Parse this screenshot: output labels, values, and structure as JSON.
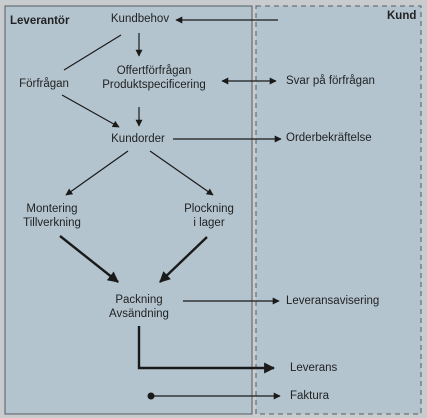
{
  "colors": {
    "background": "#c9cccf",
    "panel": "#b3c4cf",
    "border": "#555c62",
    "text": "#222222"
  },
  "panels": {
    "supplier": "Leverantör",
    "customer": "Kund"
  },
  "nodes": {
    "kundbehov": "Kundbehov",
    "forfragan": "Förfrågan",
    "offert_line1": "Offertförfrågan",
    "offert_line2": "Produktspecificering",
    "kundorder": "Kundorder",
    "montering_line1": "Montering",
    "montering_line2": "Tillverkning",
    "plockning_line1": "Plockning",
    "plockning_line2": "i lager",
    "packning_line1": "Packning",
    "packning_line2": "Avsändning"
  },
  "customer_side": {
    "svar": "Svar på förfrågan",
    "orderbekraftelse": "Orderbekräftelse",
    "leveransavisering": "Leveransavisering",
    "leverans": "Leverans",
    "faktura": "Faktura"
  }
}
